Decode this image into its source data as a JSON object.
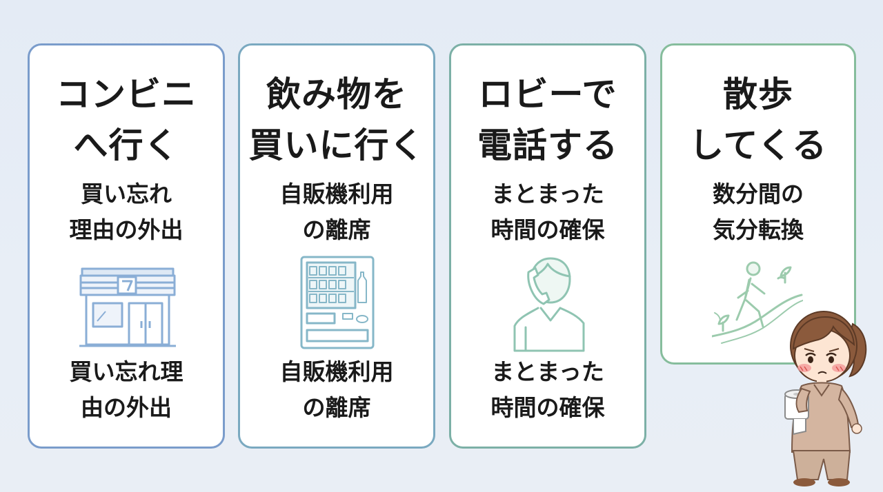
{
  "cards": [
    {
      "title_lines": [
        "コンビニ",
        "へ行く"
      ],
      "sub_lines": [
        "買い忘れ",
        "理由の外出"
      ],
      "bottom_lines": [
        "買い忘れ理",
        "由の外出"
      ],
      "illustration": "convenience-store-icon",
      "accent": "#7a9ccb"
    },
    {
      "title_lines": [
        "飲み物を",
        "買いに行く"
      ],
      "sub_lines": [
        "自販機利用",
        "の離席"
      ],
      "bottom_lines": [
        "自販機利用",
        "の離席"
      ],
      "illustration": "vending-machine-icon",
      "accent": "#7aa9c0"
    },
    {
      "title_lines": [
        "ロビーで",
        "電話する"
      ],
      "sub_lines": [
        "まとまった",
        "時間の確保"
      ],
      "bottom_lines": [
        "まとまった",
        "時間の確保"
      ],
      "illustration": "phone-call-person-icon",
      "accent": "#7cb0a6"
    },
    {
      "title_lines": [
        "散歩",
        "してくる"
      ],
      "sub_lines": [
        "数分間の",
        "気分転換"
      ],
      "illustration": "walking-person-icon",
      "accent": "#86bd9c"
    }
  ],
  "character": {
    "illustration": "blushing-woman-holding-toilet-paper"
  }
}
